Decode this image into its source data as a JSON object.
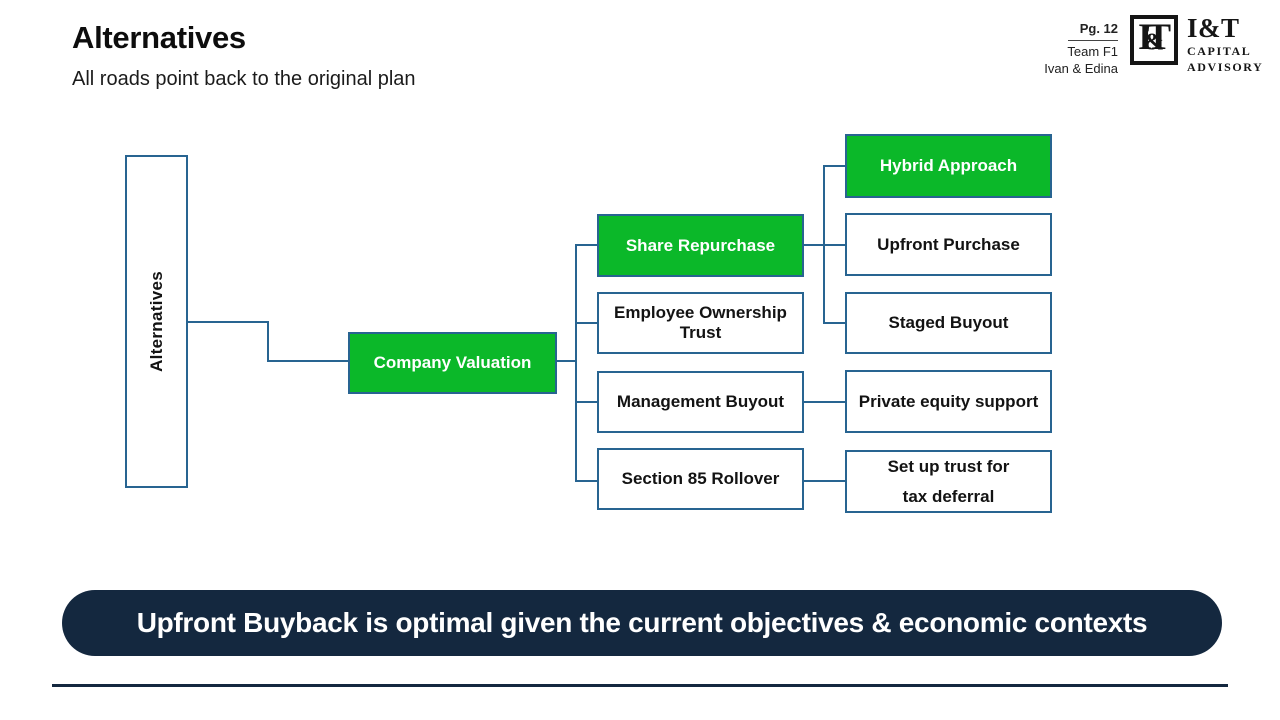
{
  "header": {
    "title": "Alternatives",
    "subtitle": "All roads point back to the original plan",
    "page_label": "Pg. 12",
    "team": "Team F1",
    "authors": "Ivan & Edina"
  },
  "logo": {
    "monogram": {
      "i": "I",
      "amp": "&",
      "t": "T"
    },
    "name": "I&T",
    "line1": "CAPITAL",
    "line2": "ADVISORY"
  },
  "diagram": {
    "nodes": {
      "alternatives": {
        "label": "Alternatives"
      },
      "company_valuation": {
        "label": "Company Valuation"
      },
      "share_repurchase": {
        "label": "Share Repurchase"
      },
      "employee_ownership_trust": {
        "lines": [
          "Employee Ownership",
          "Trust"
        ]
      },
      "management_buyout": {
        "label": "Management Buyout"
      },
      "section_85_rollover": {
        "label": "Section 85 Rollover"
      },
      "hybrid_approach": {
        "label": "Hybrid Approach"
      },
      "upfront_purchase": {
        "label": "Upfront Purchase"
      },
      "staged_buyout": {
        "label": "Staged Buyout"
      },
      "private_equity_support": {
        "label": "Private equity support"
      },
      "trust_tax_deferral": {
        "lines": [
          "Set up trust for",
          "tax deferral"
        ]
      }
    },
    "highlighted_path": [
      "Company Valuation",
      "Share Repurchase",
      "Hybrid Approach"
    ]
  },
  "banner": {
    "text": "Upfront Buyback is optimal given the current objectives & economic contexts"
  },
  "colors": {
    "highlight_green": "#0bb829",
    "line_blue": "#286491",
    "banner_navy": "#14283f"
  }
}
